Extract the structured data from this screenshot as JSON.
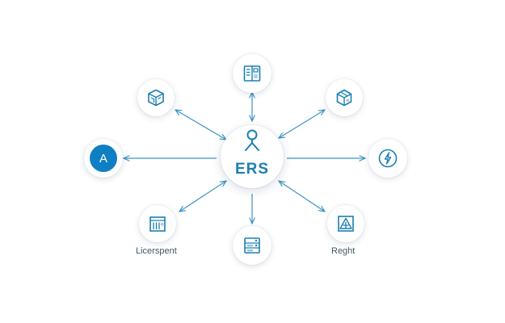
{
  "diagram": {
    "hub": {
      "label": "ERS",
      "icon": "person-node-icon"
    },
    "nodes": [
      {
        "id": "top",
        "icon": "document-panel-icon"
      },
      {
        "id": "top-left",
        "icon": "cube-icon"
      },
      {
        "id": "top-right",
        "icon": "box-icon"
      },
      {
        "id": "left",
        "icon": "letter-badge-icon",
        "letter": "A"
      },
      {
        "id": "right",
        "icon": "lightning-icon"
      },
      {
        "id": "bottom-left",
        "icon": "building-icon",
        "label": "Licerspent"
      },
      {
        "id": "bottom",
        "icon": "server-icon"
      },
      {
        "id": "bottom-right",
        "icon": "triangle-icon",
        "label": "Reght"
      }
    ],
    "colors": {
      "accent": "#1c7fb1",
      "line": "#3a93c4",
      "badge": "#0f7fc4"
    }
  }
}
